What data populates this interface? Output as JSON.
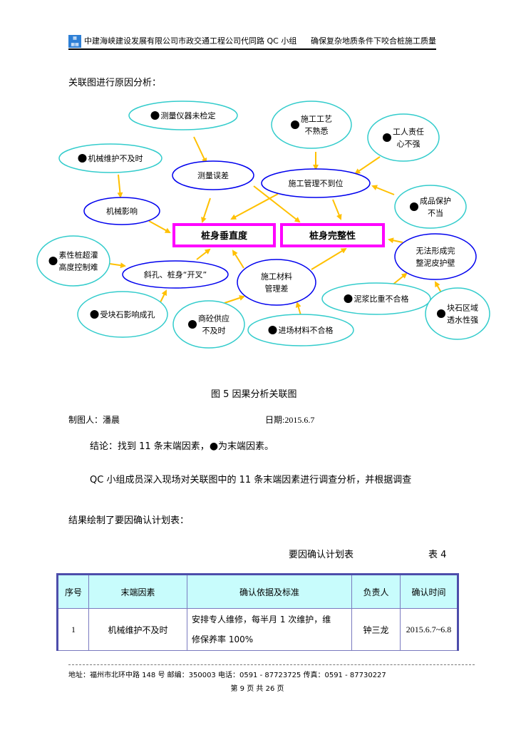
{
  "header": {
    "left": "中建海峡建设发展有限公司市政交通工程公司代同路 QC 小组",
    "right": "确保复杂地质条件下咬合桩施工质量",
    "logo": "CSCEC"
  },
  "section_title": "关联图进行原因分析：",
  "diagram": {
    "colors": {
      "cause_border": "#33cccc",
      "mid_border": "#0000ee",
      "result_border": "#ff00ff",
      "arrow": "#ffc000"
    },
    "results": [
      "桩身垂直度",
      "桩身完整性"
    ],
    "nodes": [
      {
        "lines": [
          "测量仪器未检定"
        ],
        "bullet": true,
        "type": "cause"
      },
      {
        "lines": [
          "施工工艺",
          "不熟悉"
        ],
        "bullet": true,
        "type": "cause"
      },
      {
        "lines": [
          "工人责任",
          "心不强"
        ],
        "bullet": true,
        "type": "cause"
      },
      {
        "lines": [
          "机械维护不及时"
        ],
        "bullet": true,
        "type": "cause"
      },
      {
        "lines": [
          "测量误差"
        ],
        "bullet": false,
        "type": "mid"
      },
      {
        "lines": [
          "施工管理不到位"
        ],
        "bullet": false,
        "type": "mid"
      },
      {
        "lines": [
          "成品保护",
          "不当"
        ],
        "bullet": true,
        "type": "cause"
      },
      {
        "lines": [
          "机械影响"
        ],
        "bullet": false,
        "type": "mid"
      },
      {
        "lines": [
          "素性桩超灌",
          "高度控制难"
        ],
        "bullet": true,
        "type": "cause"
      },
      {
        "lines": [
          "无法形成完",
          "整泥皮护壁"
        ],
        "bullet": false,
        "type": "mid"
      },
      {
        "lines": [
          "斜孔、桩身“开叉”"
        ],
        "bullet": false,
        "type": "mid"
      },
      {
        "lines": [
          "施工材料",
          "管理差"
        ],
        "bullet": false,
        "type": "mid"
      },
      {
        "lines": [
          "泥浆比重不合格"
        ],
        "bullet": true,
        "type": "cause"
      },
      {
        "lines": [
          "受块石影响成孔"
        ],
        "bullet": true,
        "type": "cause"
      },
      {
        "lines": [
          "商砼供应",
          "不及时"
        ],
        "bullet": true,
        "type": "cause"
      },
      {
        "lines": [
          "块石区域",
          "透水性强"
        ],
        "bullet": true,
        "type": "cause"
      },
      {
        "lines": [
          "进场材料不合格"
        ],
        "bullet": true,
        "type": "cause"
      }
    ]
  },
  "figure_caption": "图 5  因果分析关联图",
  "author_label": "制图人：潘晨",
  "date_label": "日期:2015.6.7",
  "conclusion": {
    "before": "结论：找到 11 条末端因素，",
    "after": "为末端因素。"
  },
  "paragraph_1": "QC 小组成员深入现场对关联图中的 11 条末端因素进行调查分析，并根据调查",
  "paragraph_2": "结果绘制了要因确认计划表：",
  "table": {
    "title": "要因确认计划表",
    "number": "表 4",
    "headers": [
      "序号",
      "末端因素",
      "确认依据及标准",
      "负责人",
      "确认时间"
    ],
    "rows": [
      {
        "no": "1",
        "factor": "机械维护不及时",
        "basis_1": "安排专人维修，每半月 1 次维护，维",
        "basis_2": "修保养率 100%",
        "person": "钟三龙",
        "time": "2015.6.7~6.8"
      }
    ]
  },
  "footer": {
    "address": "地址：福州市北环中路 148 号     邮编：350003    电话：0591 - 87723725   传真：0591 - 87730227",
    "page": "第 9 页 共 26 页"
  }
}
